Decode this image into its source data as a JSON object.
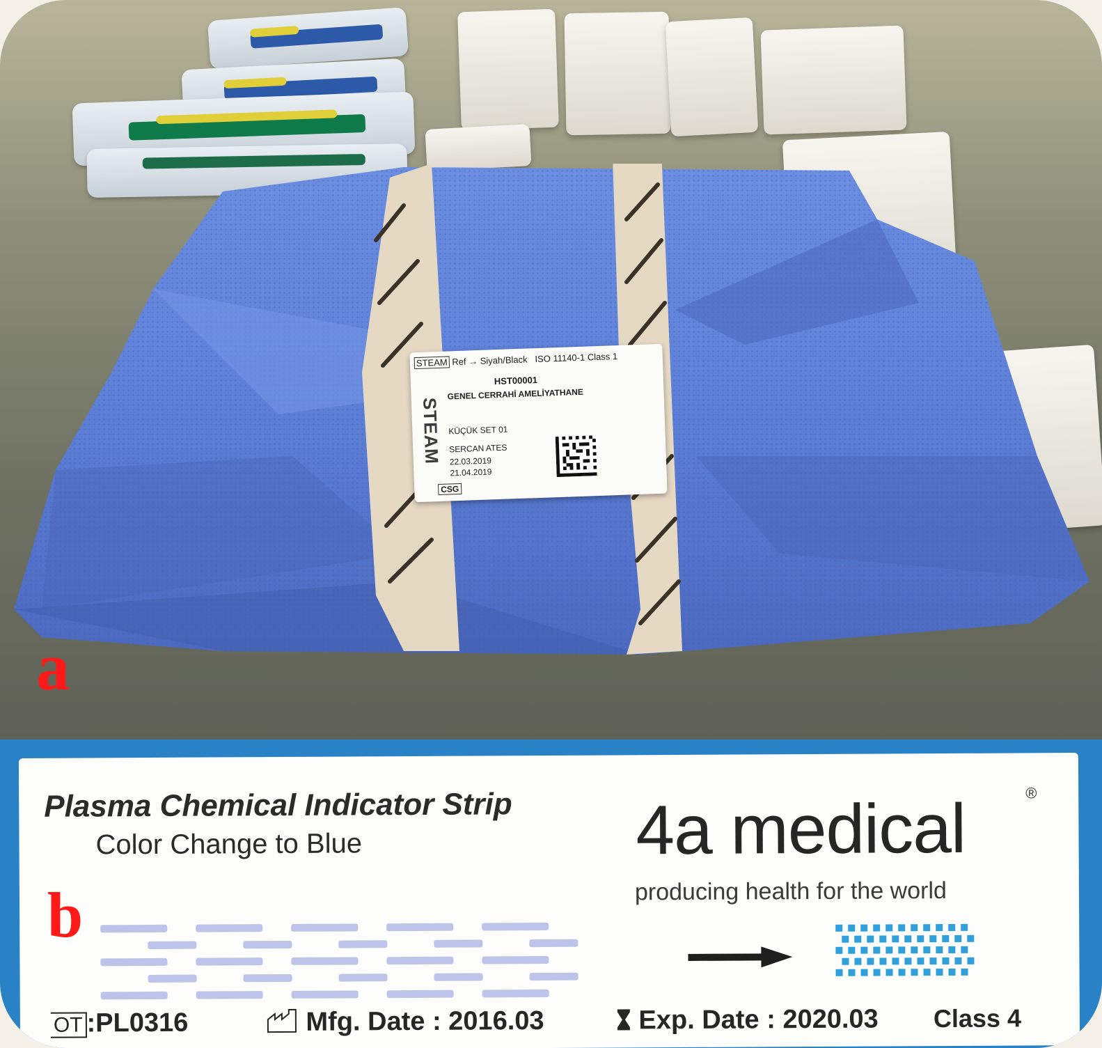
{
  "panel_a": {
    "letter": "a",
    "label": {
      "steam_box": "STEAM",
      "ref_text": "Ref → Siyah/Black",
      "iso_text": "ISO 11140-1  Class 1",
      "code": "HST00001",
      "department": "GENEL CERRAHİ AMELİYATHANE",
      "set_name": "KÜÇÜK SET 01",
      "operator": "SERCAN ATES",
      "date_1": "22.03.2019",
      "date_2": "21.04.2019",
      "steam_vertical": "STEAM",
      "csg": "CSG"
    }
  },
  "panel_b": {
    "letter": "b",
    "title": "Plasma Chemical Indicator Strip",
    "subtitle": "Color Change to Blue",
    "brand": "4a medical",
    "registered": "®",
    "tagline": "producing health for the world",
    "lot_box": "OT",
    "lot_value": ":PL0316",
    "mfg_label": "Mfg. Date : 2016.03",
    "exp_label": "Exp. Date : 2020.03",
    "class_label": "Class 4"
  },
  "colors": {
    "wrap_blue": "#5d7fd6",
    "tape": "#e6d9c4",
    "panel_letter": "#ff1a1a",
    "strip_background": "#2a82c6",
    "indicator_bars": "#b9c0e8",
    "indicator_dots": "#2fa0dc"
  },
  "icons": [
    "arrow-right-icon",
    "factory-icon",
    "hourglass-icon",
    "data-matrix-icon"
  ]
}
